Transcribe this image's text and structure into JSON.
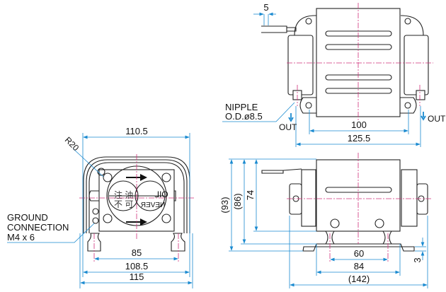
{
  "front_view": {
    "dims": {
      "width_top": "110.5",
      "radius": "R20",
      "feet_pitch": "85",
      "width_mid": "108.5",
      "width_overall": "115"
    },
    "ground_label": [
      "GROUND",
      "CONNECTION",
      "M4 x 6"
    ],
    "warning_cjk": [
      "注 油",
      "不 可"
    ],
    "warning_en": [
      "OIL",
      "NEVER"
    ]
  },
  "top_view": {
    "dims": {
      "lead": "5",
      "mount_pitch": "100",
      "nipple_span": "125.5"
    },
    "nipple_label": [
      "NIPPLE",
      "O.D.ø8.5"
    ],
    "outlet_left": "OUT",
    "outlet_right": "OUT"
  },
  "side_view": {
    "dims": {
      "h_overall": "(93)",
      "h_feet": "(86)",
      "h_body": "74",
      "feet_pitch": "60",
      "body_width": "84",
      "length_overall": "(142)",
      "plate": "3"
    }
  },
  "colors": {
    "outline": "#222222",
    "centerline": "#d0307a",
    "dimension": "#1a8ad0"
  }
}
